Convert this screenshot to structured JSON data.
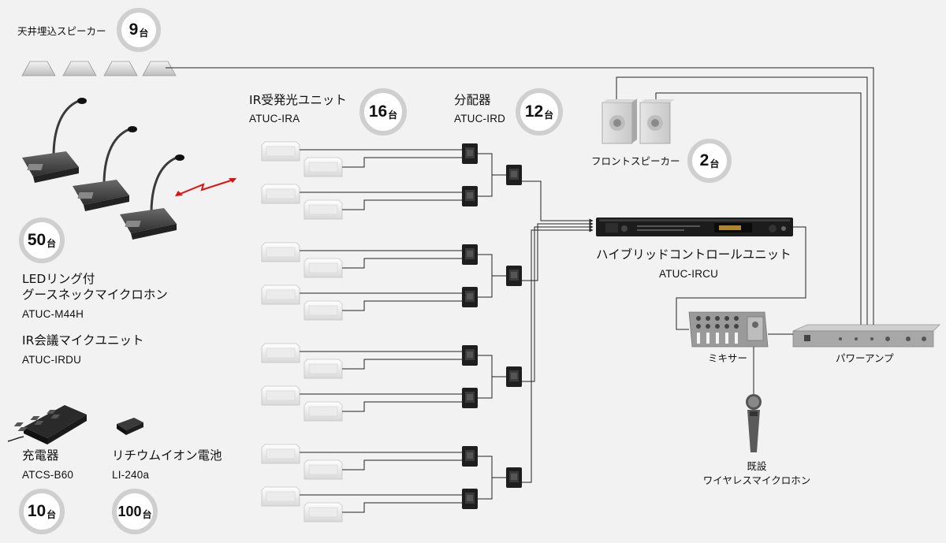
{
  "ceiling_speaker": {
    "label": "天井埋込スピーカー",
    "count": "9",
    "unit": "台"
  },
  "mic": {
    "count": "50",
    "unit": "台",
    "label_line1": "LEDリング付",
    "label_line2": "グースネックマイクロホン",
    "model": "ATUC-M44H",
    "unit_label": "IR会議マイクユニット",
    "unit_model": "ATUC-IRDU"
  },
  "charger": {
    "label": "充電器",
    "model": "ATCS-B60",
    "count": "10",
    "unit": "台"
  },
  "battery": {
    "label": "リチウムイオン電池",
    "model": "LI-240a",
    "count": "100",
    "unit": "台"
  },
  "ir_unit": {
    "label": "IR受発光ユニット",
    "model": "ATUC-IRA",
    "count": "16",
    "unit": "台"
  },
  "distributor": {
    "label": "分配器",
    "model": "ATUC-IRD",
    "count": "12",
    "unit": "台"
  },
  "front_speaker": {
    "label": "フロントスピーカー",
    "count": "2",
    "unit": "台"
  },
  "control_unit": {
    "label": "ハイブリッドコントロールユニット",
    "model": "ATUC-IRCU"
  },
  "mixer": {
    "label": "ミキサー"
  },
  "amp": {
    "label": "パワーアンプ"
  },
  "wireless_mic": {
    "label_line1": "既設",
    "label_line2": "ワイヤレスマイクロホン"
  },
  "colors": {
    "background": "#f2f2f2",
    "line": "#222222",
    "badge_ring": "#cfcfcf",
    "ir_signal": "#e01010"
  }
}
